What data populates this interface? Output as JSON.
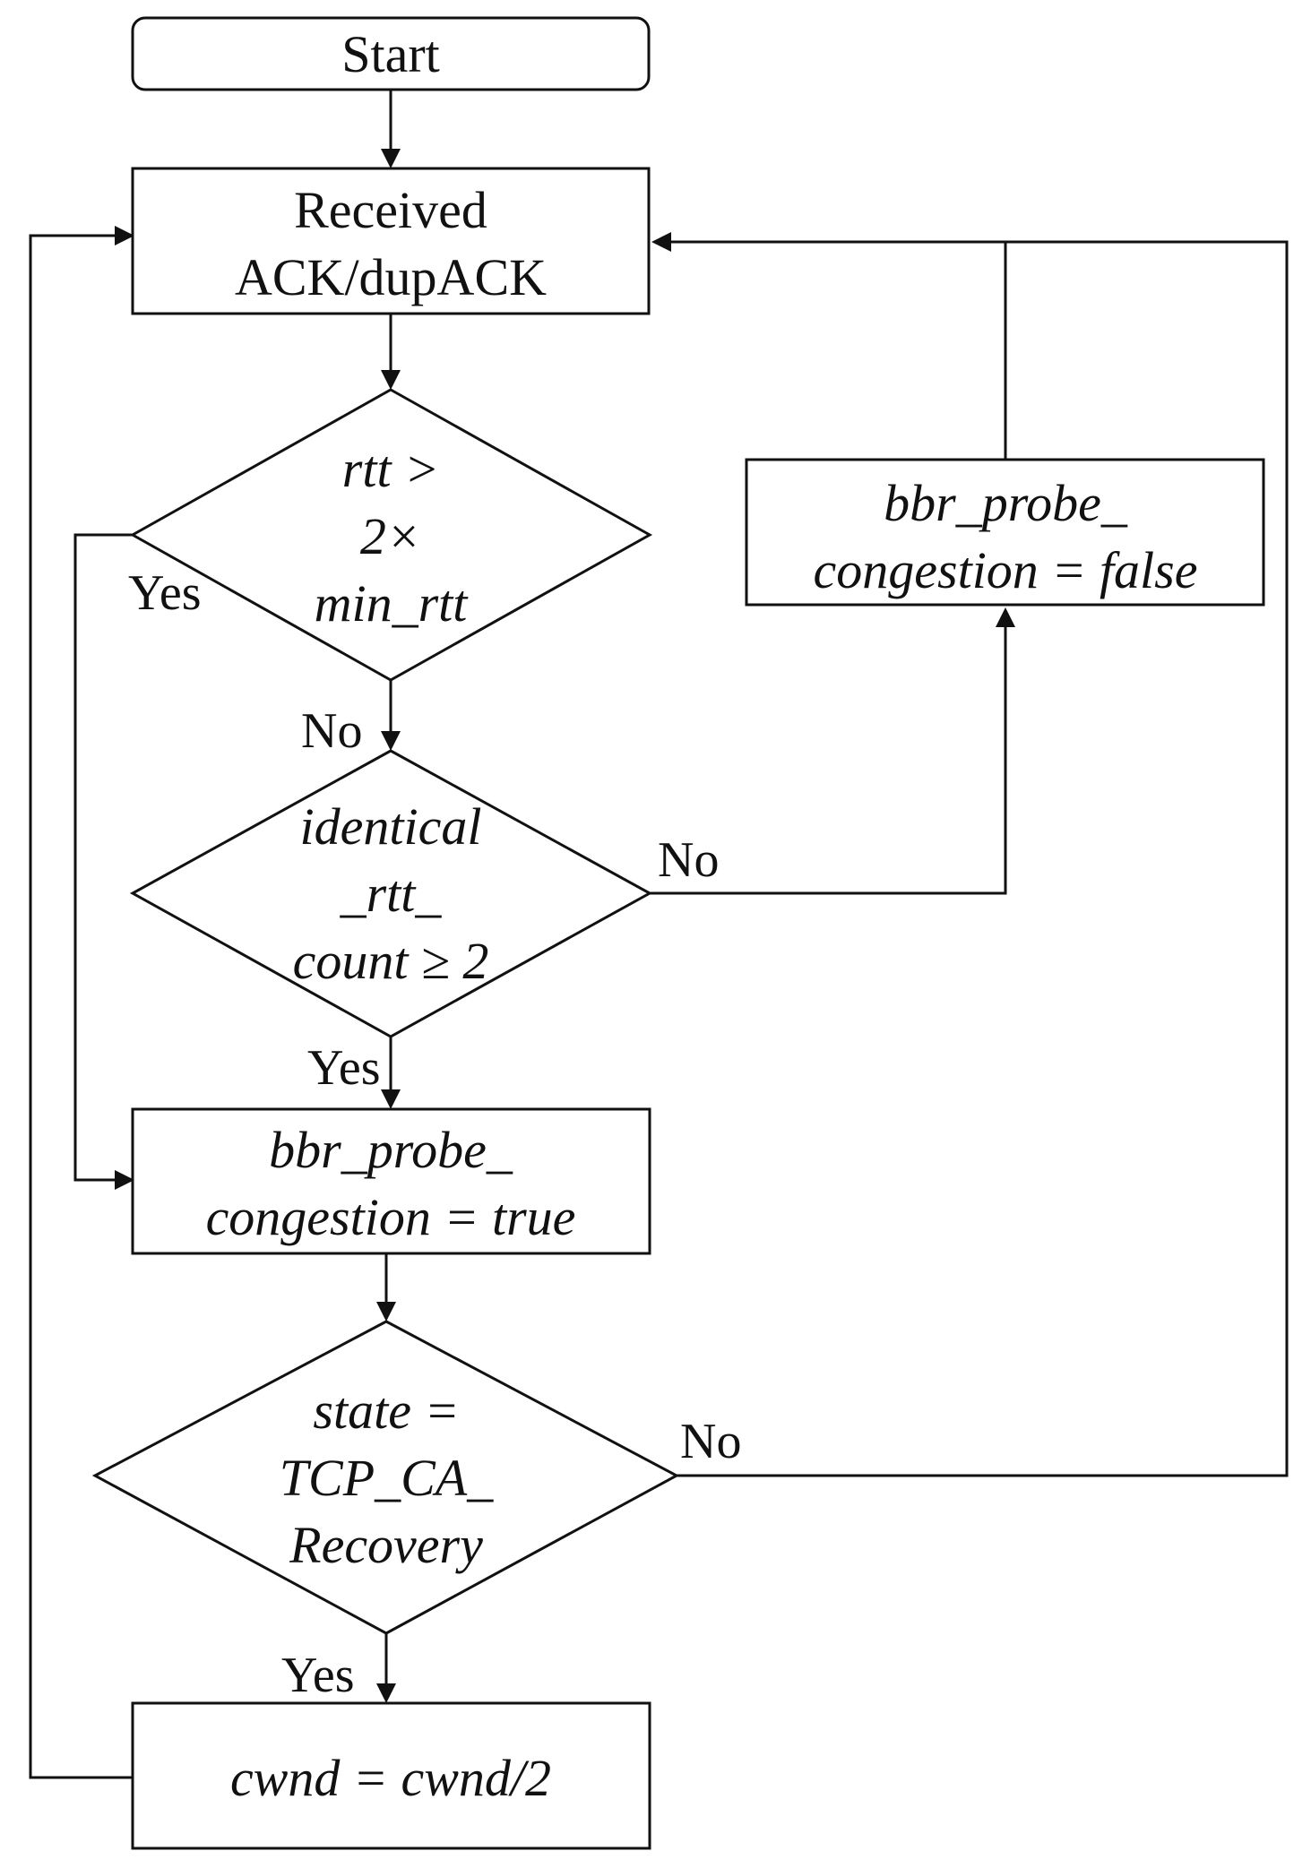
{
  "nodes": {
    "start": "Start",
    "receive": [
      "Received",
      "ACK/dupACK"
    ],
    "rtt_check": [
      "rtt >",
      "2×",
      "min_rtt"
    ],
    "identical_check": [
      "identical",
      "_rtt_",
      "count ≥ 2"
    ],
    "probe_false": [
      "bbr_probe_",
      "congestion = false"
    ],
    "probe_true": [
      "bbr_probe_",
      "congestion = true"
    ],
    "state_check": [
      "state =",
      "TCP_CA_",
      "Recovery"
    ],
    "cwnd_halve": "cwnd = cwnd/2"
  },
  "labels": {
    "rtt_yes": "Yes",
    "rtt_no": "No",
    "identical_no": "No",
    "identical_yes": "Yes",
    "state_no": "No",
    "state_yes": "Yes"
  }
}
